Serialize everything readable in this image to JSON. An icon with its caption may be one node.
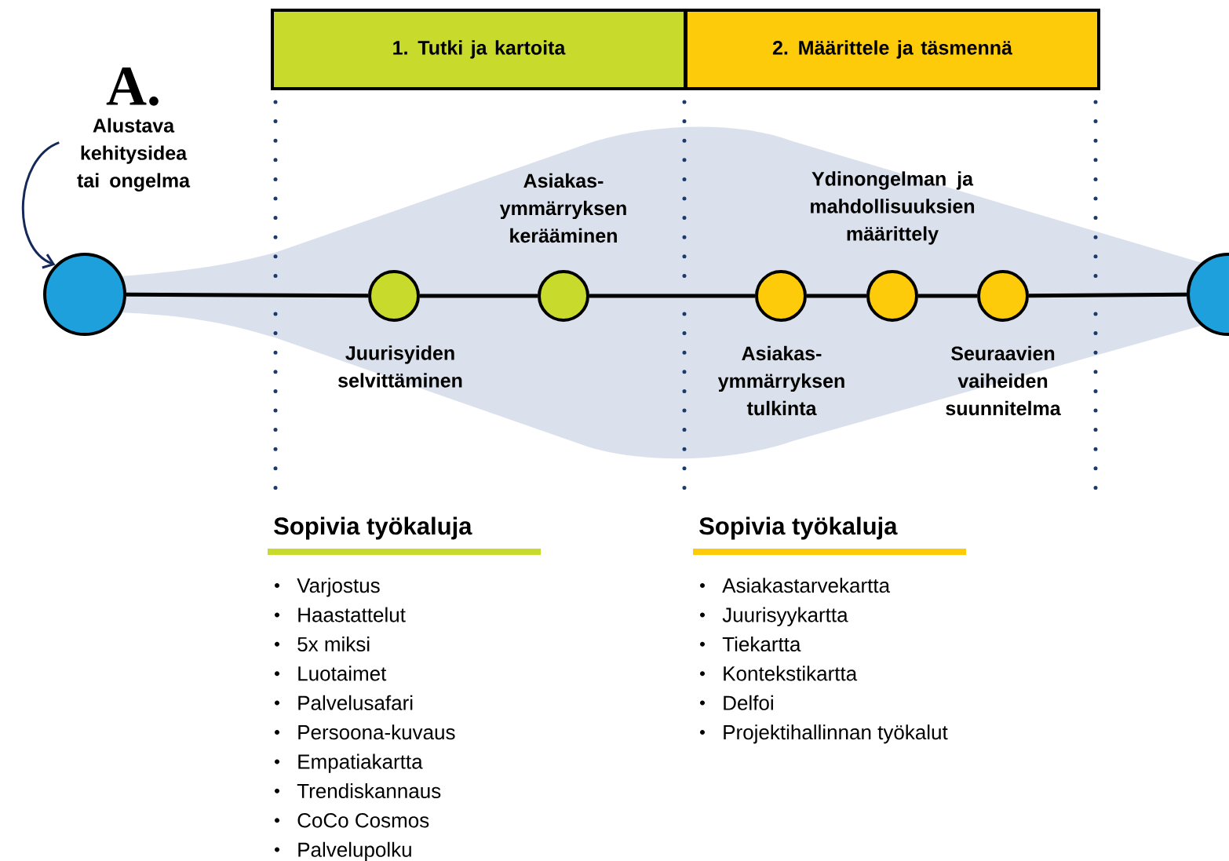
{
  "diagram": {
    "nodes": [
      {
        "text": [
          "1. Tutki ja kartoita"
        ]
      },
      {
        "text": [
          "2. Määrittele ja täsmennä"
        ]
      },
      {
        "text": [
          "A.",
          "Alustava kehitysidea tai ongelma"
        ]
      },
      {
        "text": [],
        "shape": "circle"
      },
      {
        "text": [],
        "shape": "circle",
        "beside": [
          "Juurisyiden selvittäminen"
        ]
      },
      {
        "text": [],
        "shape": "circle",
        "beside": [
          "Asiakas- ymmärryksen kerääminen"
        ]
      },
      {
        "text": [],
        "shape": "circle",
        "beside": [
          "Asiakas- ymmärryksen tulkinta"
        ]
      },
      {
        "text": [],
        "shape": "circle",
        "beside": [
          "Ydinongelman ja mahdollisuuksien määrittely"
        ]
      },
      {
        "text": [],
        "shape": "circle",
        "beside": [
          "Seuraavien vaiheiden suunnitelma"
        ]
      },
      {
        "text": [],
        "shape": "circle"
      }
    ],
    "edges": [
      {
        "from": 2,
        "to": 3,
        "arrow": "to",
        "color": "#14285a"
      },
      {
        "from": 3,
        "to": 4,
        "arrow": "none"
      },
      {
        "from": 4,
        "to": 5,
        "arrow": "none"
      },
      {
        "from": 5,
        "to": 6,
        "arrow": "none"
      },
      {
        "from": 6,
        "to": 7,
        "arrow": "none"
      },
      {
        "from": 7,
        "to": 8,
        "arrow": "none"
      },
      {
        "from": 8,
        "to": 9,
        "arrow": "none"
      }
    ],
    "labels": [
      "Sopivia työkaluja",
      "Varjostus",
      "Haastattelut",
      "5x miksi",
      "Luotaimet",
      "Palvelusafari",
      "Persoona-kuvaus",
      "Empatiakartta",
      "Trendiskannaus",
      "CoCo Cosmos",
      "Palvelupolku",
      "Sopivia työkaluja",
      "Asiakastarvekartta",
      "Juurisyykartta",
      "Tiekartta",
      "Kontekstikartta",
      "Delfoi",
      "Projektihallinnan työkalut"
    ]
  }
}
